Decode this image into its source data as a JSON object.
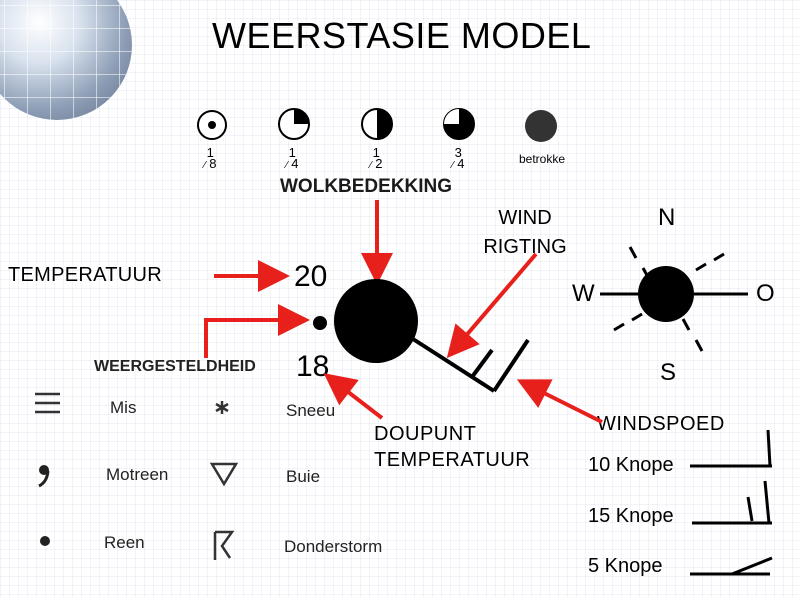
{
  "title": "WEERSTASIE MODEL",
  "cloud_cover": {
    "label": "WOLKBEDEKKING",
    "levels": [
      {
        "num": "1",
        "den": "8"
      },
      {
        "num": "1",
        "den": "4"
      },
      {
        "num": "1",
        "den": "2"
      },
      {
        "num": "3",
        "den": "4"
      }
    ],
    "overcast_label": "betrokke"
  },
  "temperature": {
    "label": "TEMPERATUUR",
    "value": "20"
  },
  "dewpoint": {
    "line1": "DOUPUNT",
    "line2": "TEMPERATUUR",
    "value": "18"
  },
  "weather": {
    "label": "WEERGESTELDHEID",
    "items": [
      "Mis",
      "Sneeu",
      "Motreen",
      "Buie",
      "Reen",
      "Donderstorm"
    ]
  },
  "wind_direction": {
    "line1": "WIND",
    "line2": "RIGTING"
  },
  "compass": {
    "north": "N",
    "south": "S",
    "east": "O",
    "west": "W"
  },
  "wind_speed": {
    "label": "WINDSPOED",
    "items": [
      "10 Knope",
      "15 Knope",
      "5 Knope"
    ]
  },
  "colors": {
    "arrow": "#e8201c",
    "symbol": "#000000"
  },
  "icons": [
    "globe-icon",
    "clear-sky-icon",
    "quarter-cover-icon",
    "half-cover-icon",
    "three-quarter-cover-icon",
    "overcast-icon",
    "fog-icon",
    "snow-icon",
    "drizzle-icon",
    "showers-icon",
    "rain-icon",
    "thunderstorm-icon"
  ]
}
